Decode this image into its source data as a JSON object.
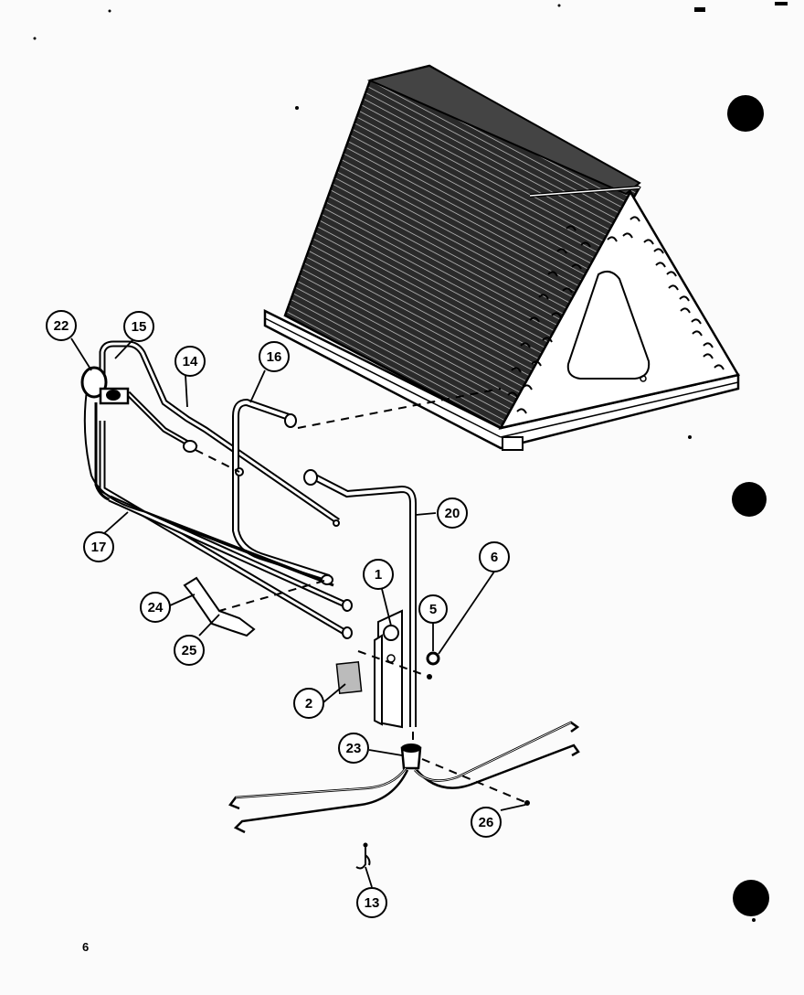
{
  "diagram": {
    "callouts": {
      "c1": "1",
      "c2": "2",
      "c5": "5",
      "c6": "6",
      "c13": "13",
      "c14": "14",
      "c15": "15",
      "c16": "16",
      "c17": "17",
      "c20": "20",
      "c22": "22",
      "c23": "23",
      "c24": "24",
      "c25": "25",
      "c26": "26"
    },
    "page_number": "6"
  },
  "colors": {
    "ink": "#000000",
    "paper": "#fbfbfb"
  }
}
